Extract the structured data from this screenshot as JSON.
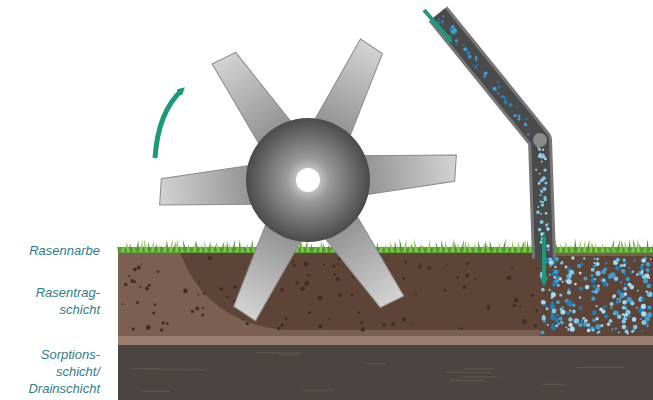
{
  "diagram": {
    "labels": [
      "Rasennarbe",
      "Rasentrag- schicht",
      "Sorptions- schicht/ Drainschicht"
    ]
  }
}
